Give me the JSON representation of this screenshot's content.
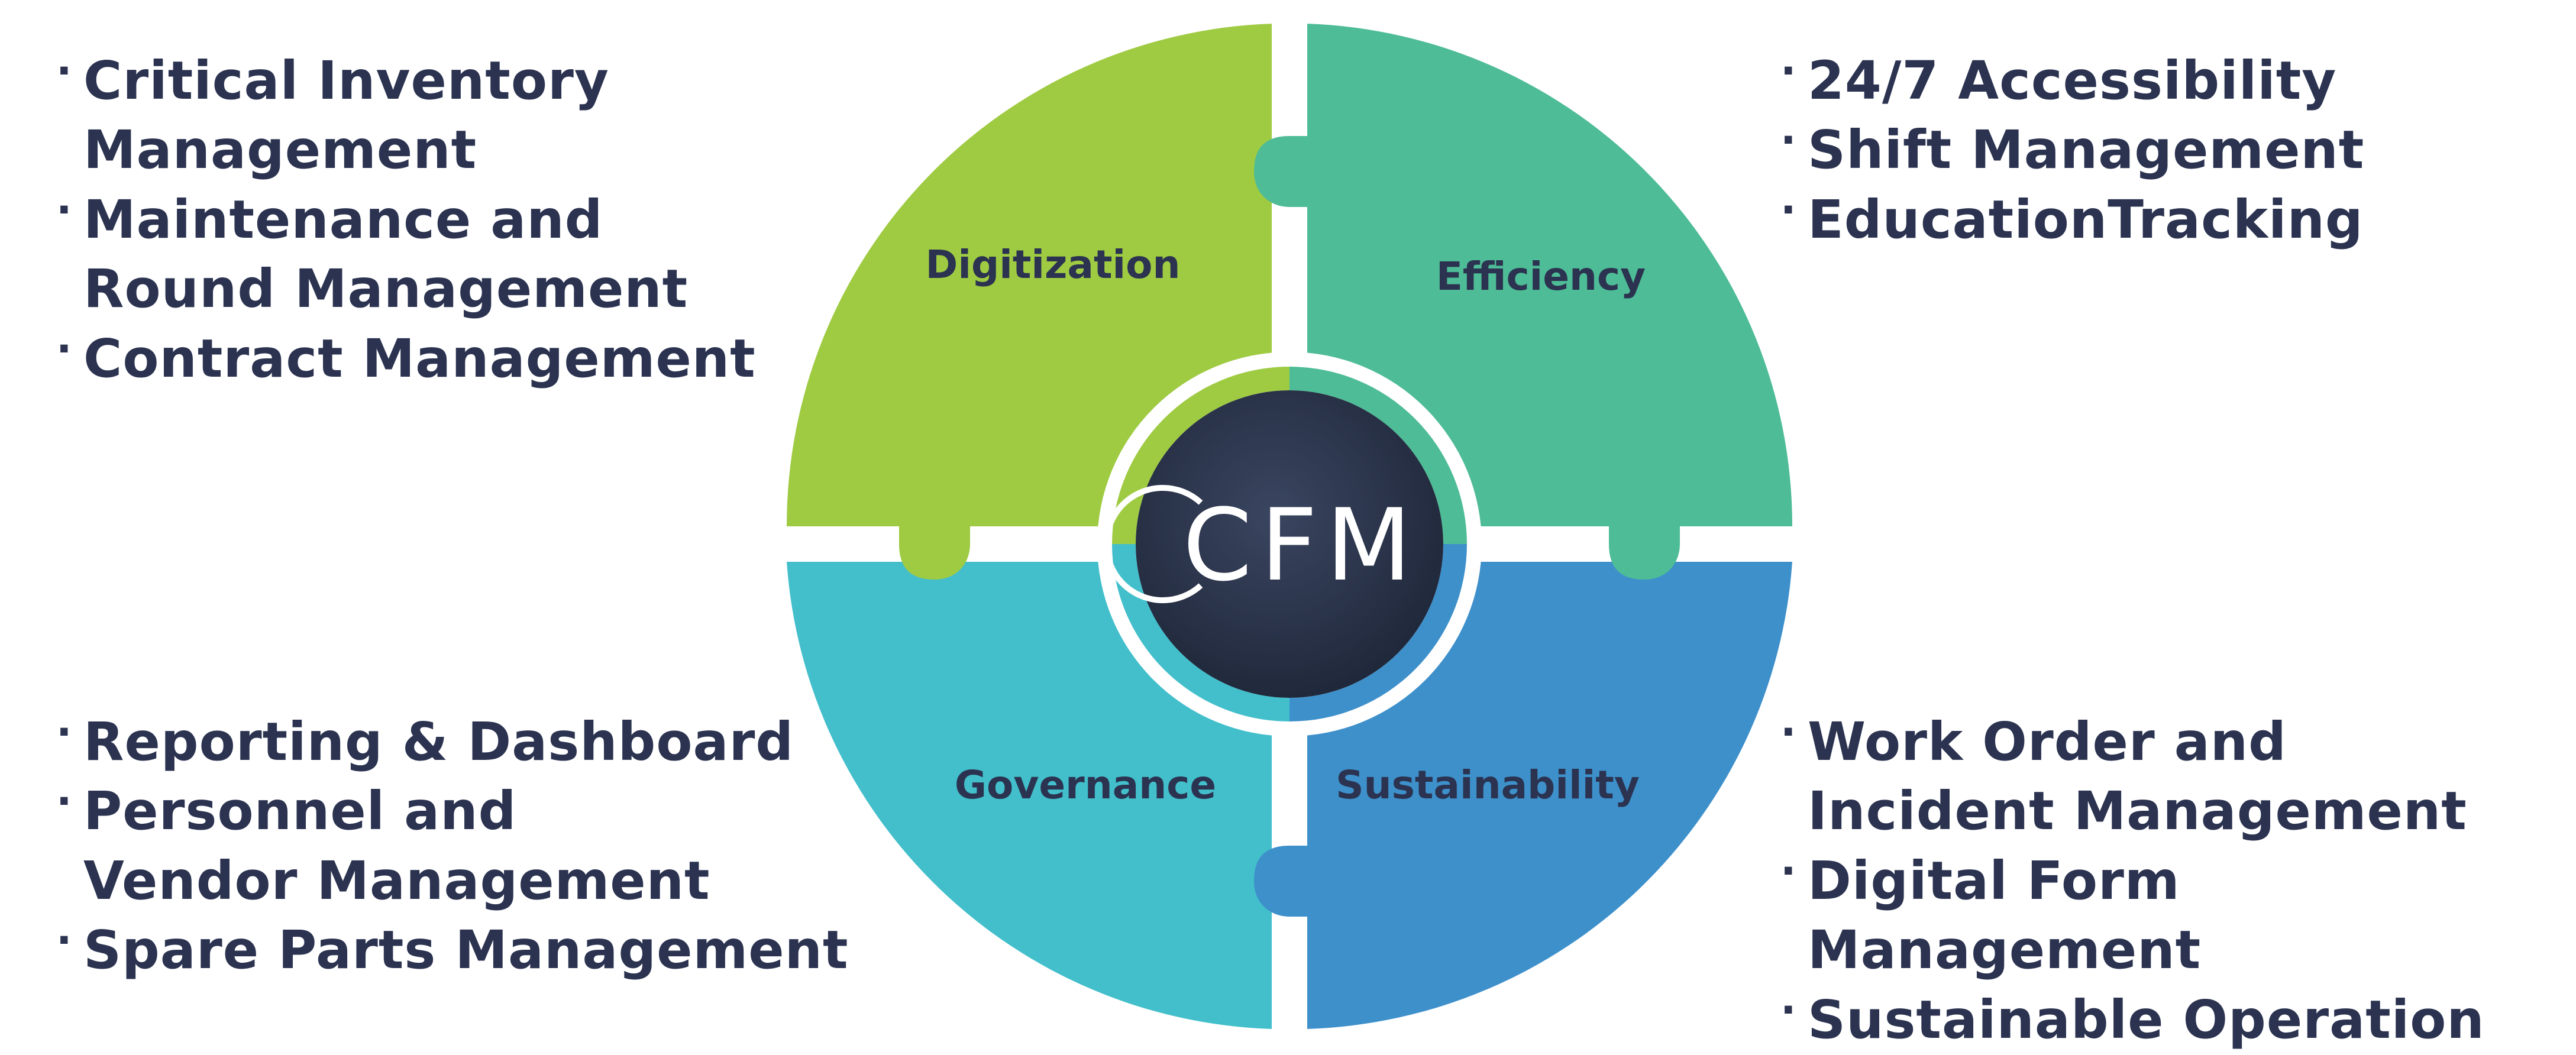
{
  "center": {
    "logo_text": "CFM"
  },
  "segments": [
    {
      "label": "Digitization",
      "color": "#9fcb43"
    },
    {
      "label": "Efficiency",
      "color": "#4ebc96"
    },
    {
      "label": "Governance",
      "color": "#42bfcb"
    },
    {
      "label": "Sustainability",
      "color": "#3e90cb"
    }
  ],
  "lists": {
    "top_left": [
      "Critical Inventory\nManagement",
      "Maintenance and\nRound Management",
      "Contract Management"
    ],
    "top_right": [
      "24/7 Accessibility",
      "Shift Management",
      "EducationTracking"
    ],
    "bottom_left": [
      "Reporting & Dashboard",
      "Personnel and\nVendor Management",
      "Spare Parts Management"
    ],
    "bottom_right": [
      "Work Order and\nIncident Management",
      "Digital Form Management",
      "Sustainable Operation"
    ]
  }
}
